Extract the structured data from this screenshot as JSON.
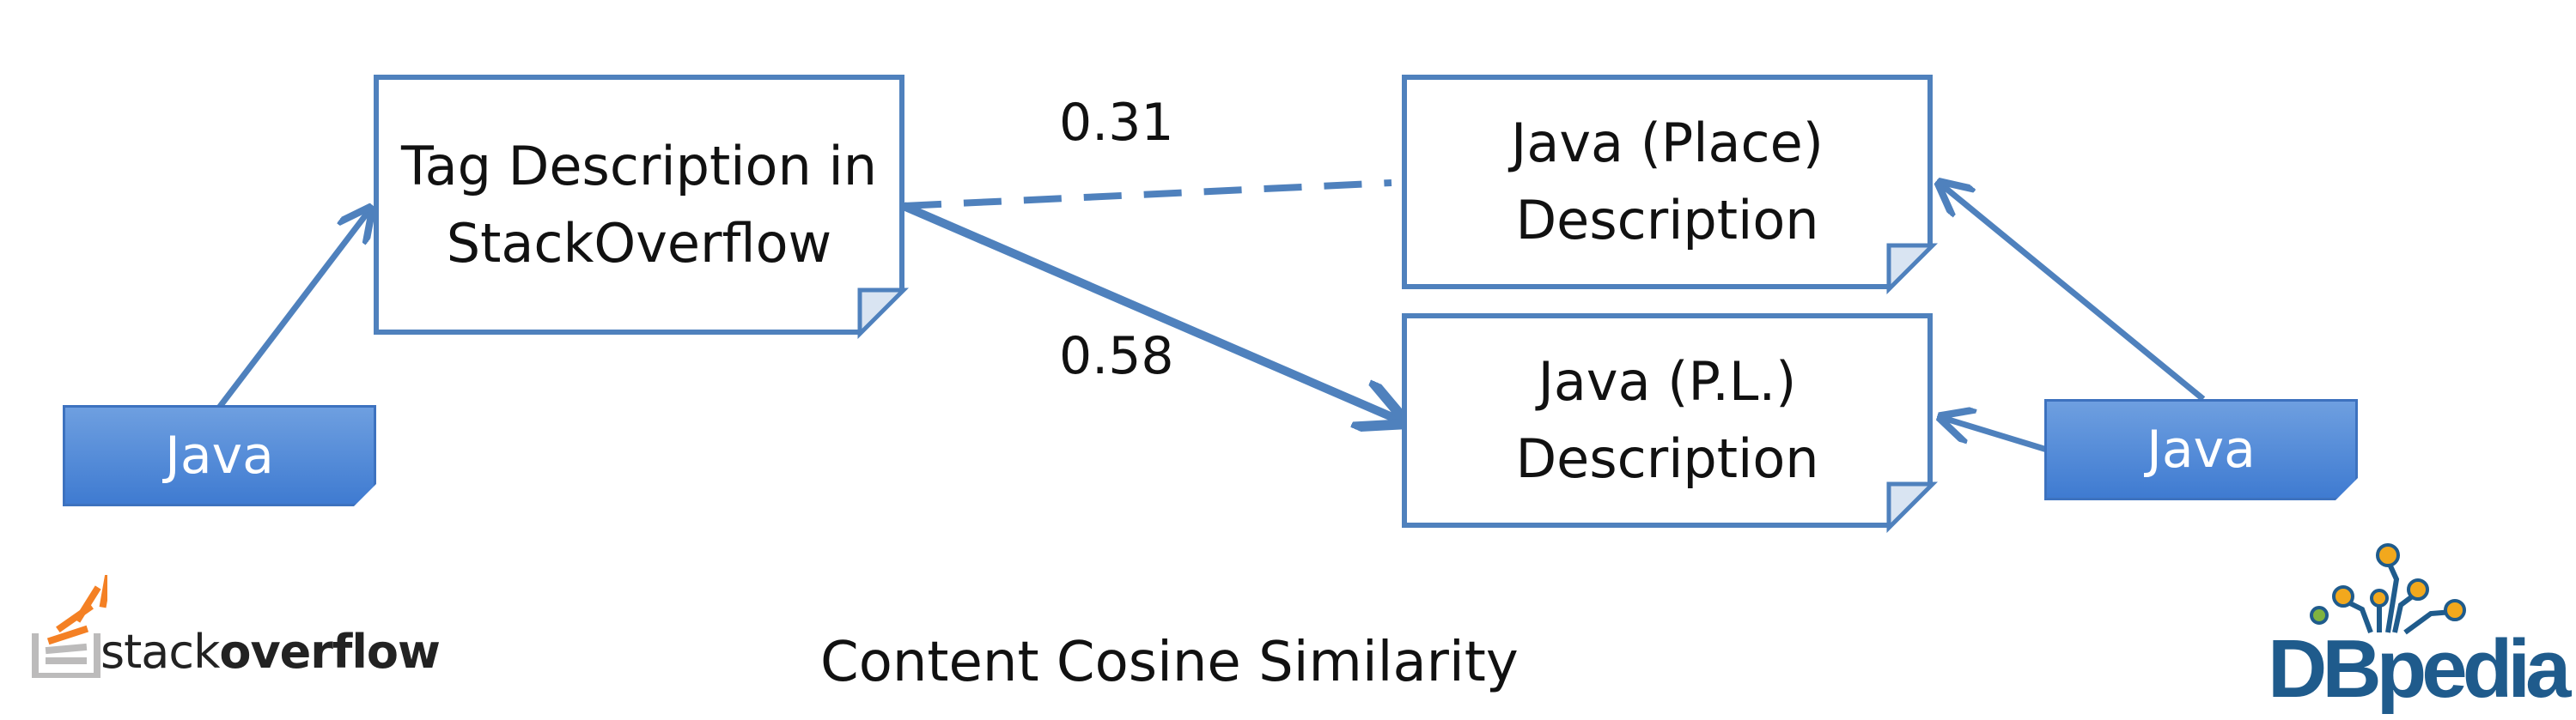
{
  "nodes": {
    "tag_description": "Tag Description in\nStackOverflow",
    "place_description": "Java (Place)\nDescription",
    "pl_description": "Java (P.L.)\nDescription"
  },
  "chips": {
    "left": "Java",
    "right": "Java"
  },
  "edges": {
    "place_similarity": "0.31",
    "pl_similarity": "0.58"
  },
  "caption": "Content Cosine Similarity",
  "logos": {
    "stackoverflow": {
      "wordmark_light": "stack",
      "wordmark_bold": "overflow",
      "colors": [
        "#f48024",
        "#bcbbbb"
      ]
    },
    "dbpedia": {
      "wordmark": "DBpedia",
      "colors": [
        "#1f5b8c",
        "#f2a81d",
        "#7fb33f"
      ]
    }
  },
  "colors": {
    "accent": "#4f81bd",
    "chip": "#4a86d8"
  }
}
